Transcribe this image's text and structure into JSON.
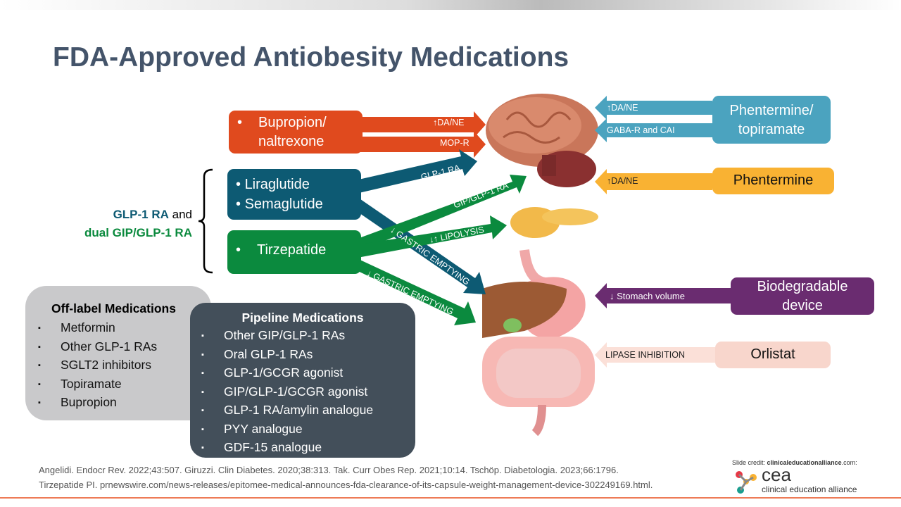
{
  "title": "FDA-Approved Antiobesity Medications",
  "left_drugs": {
    "bupropion": {
      "line1": "Bupropion/",
      "line2": "naltrexone",
      "arrow1": "↑DA/NE",
      "arrow2": "MOP-R"
    },
    "glp1": {
      "item1": "Liraglutide",
      "item2": "Semaglutide",
      "arrow_brain": "GLP-1 RA",
      "arrow_gut": "↓ GASTRIC EMPTYING"
    },
    "tirzepatide": {
      "label": "Tirzepatide",
      "arrow_brain": "GIP/GLP-1 RA",
      "arrow_pancreas": "↓↑ LIPOLYSIS",
      "arrow_gut": "↓ GASTRIC EMPTYING"
    }
  },
  "group_label": {
    "part1": "GLP-1 RA",
    "part2": " and",
    "part3": "dual GIP/GLP-1 RA"
  },
  "right_drugs": {
    "phen_topi": {
      "line1": "Phentermine/",
      "line2": "topiramate",
      "arrow1": "↑DA/NE",
      "arrow2": "GABA-R and CAI"
    },
    "phentermine": {
      "label": "Phentermine",
      "arrow": "↑DA/NE"
    },
    "device": {
      "line1": "Biodegradable",
      "line2": "device",
      "arrow": "↓ Stomach volume"
    },
    "orlistat": {
      "label": "Orlistat",
      "arrow": "LIPASE INHIBITION"
    }
  },
  "off_label": {
    "title": "Off-label Medications",
    "items": [
      "Metformin",
      "Other GLP-1 RAs",
      "SGLT2 inhibitors",
      "Topiramate",
      "Bupropion"
    ]
  },
  "pipeline": {
    "title": "Pipeline Medications",
    "items": [
      "Other GIP/GLP-1 RAs",
      "Oral GLP-1 RAs",
      "GLP-1/GCGR agonist",
      "GIP/GLP-1/GCGR agonist",
      "GLP-1 RA/amylin analogue",
      "PYY analogue",
      "GDF-15 analogue"
    ]
  },
  "references": {
    "line1": "Angelidi. Endocr Rev. 2022;43:507. Giruzzi. Clin Diabetes. 2020;38:313. Tak. Curr Obes Rep. 2021;10:14. Tschöp. Diabetologia. 2023;66:1796.",
    "line2": "Tirzepatide PI. prnewswire.com/news-releases/epitomee-medical-announces-fda-clearance-of-its-capsule-weight-management-device-302249169.html."
  },
  "credit": {
    "prefix": "Slide credit: ",
    "site": "clinicaleducationalliance",
    "suffix": ".com:",
    "logo_abbr": "cea",
    "logo_name": "clinical education alliance"
  },
  "colors": {
    "title": "#44546a",
    "orange": "#e04a1e",
    "blue": "#0d5a73",
    "green": "#0b8a3e",
    "teal": "#4ba3bf",
    "yellow": "#f9b233",
    "purple": "#6a2c70",
    "peach": "#f8d6cc"
  }
}
